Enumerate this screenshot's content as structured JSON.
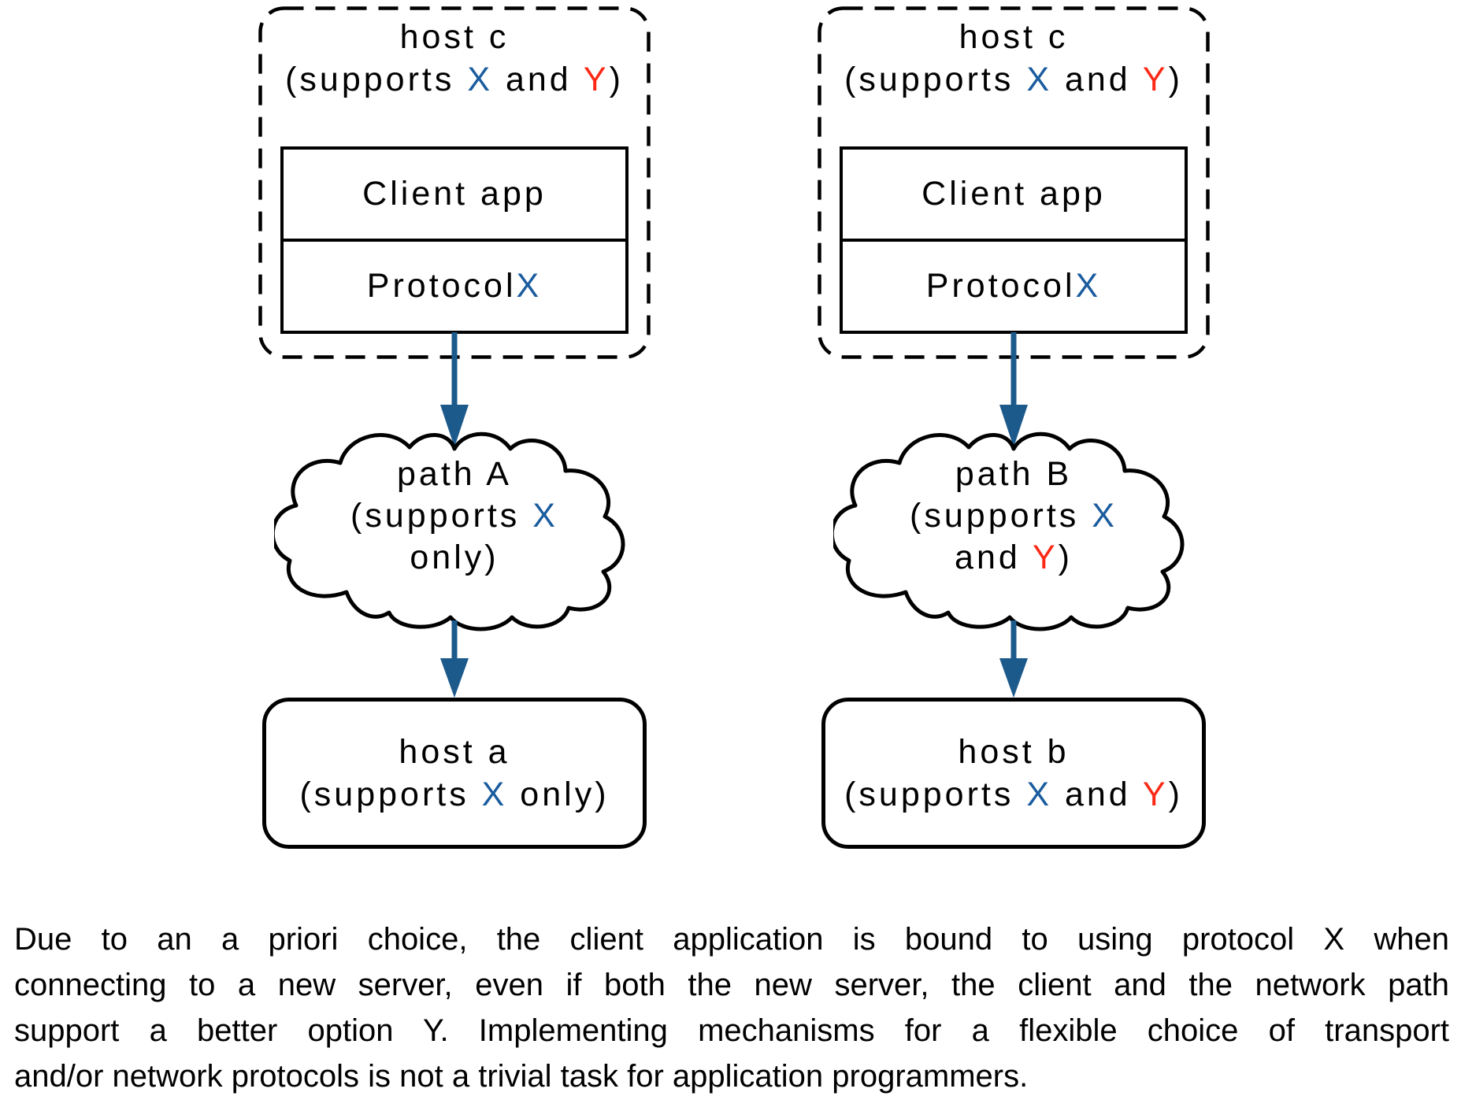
{
  "colors": {
    "x_blue": "#1a5c9e",
    "y_red": "#fb2916",
    "arrow_blue": "#1d5a8c",
    "outline_black": "#000000"
  },
  "columns": [
    {
      "host_top": {
        "lines": [
          [
            {
              "t": "host c"
            }
          ],
          [
            {
              "t": "(supports "
            },
            {
              "t": "X",
              "c": "blue"
            },
            {
              "t": " and "
            },
            {
              "t": "Y",
              "c": "red"
            },
            {
              "t": ")"
            }
          ]
        ]
      },
      "stack": {
        "rows": [
          [
            {
              "t": "Client app"
            }
          ],
          [
            {
              "t": "Protocol "
            },
            {
              "t": "X",
              "c": "blue"
            }
          ]
        ]
      },
      "cloud": {
        "lines": [
          [
            {
              "t": "path A"
            }
          ],
          [
            {
              "t": "(supports "
            },
            {
              "t": "X",
              "c": "blue"
            }
          ],
          [
            {
              "t": "only)"
            }
          ]
        ]
      },
      "host_bottom": {
        "lines": [
          [
            {
              "t": "host a"
            }
          ],
          [
            {
              "t": "(supports "
            },
            {
              "t": "X",
              "c": "blue"
            },
            {
              "t": " only)"
            }
          ]
        ]
      }
    },
    {
      "host_top": {
        "lines": [
          [
            {
              "t": "host c"
            }
          ],
          [
            {
              "t": "(supports "
            },
            {
              "t": "X",
              "c": "blue"
            },
            {
              "t": " and "
            },
            {
              "t": "Y",
              "c": "red"
            },
            {
              "t": ")"
            }
          ]
        ]
      },
      "stack": {
        "rows": [
          [
            {
              "t": "Client app"
            }
          ],
          [
            {
              "t": "Protocol "
            },
            {
              "t": "X",
              "c": "blue"
            }
          ]
        ]
      },
      "cloud": {
        "lines": [
          [
            {
              "t": "path B"
            }
          ],
          [
            {
              "t": "(supports "
            },
            {
              "t": "X",
              "c": "blue"
            }
          ],
          [
            {
              "t": "and "
            },
            {
              "t": "Y",
              "c": "red"
            },
            {
              "t": ")"
            }
          ]
        ]
      },
      "host_bottom": {
        "lines": [
          [
            {
              "t": "host b"
            }
          ],
          [
            {
              "t": "(supports "
            },
            {
              "t": "X",
              "c": "blue"
            },
            {
              "t": " and "
            },
            {
              "t": "Y",
              "c": "red"
            },
            {
              "t": ")"
            }
          ]
        ]
      }
    }
  ],
  "caption": {
    "lines": [
      "Due to an a priori choice, the client application is bound to using protocol X when",
      "connecting to a new server, even if both the new server, the client and the network path",
      "support a better option Y. Implementing mechanisms for a flexible choice of transport",
      "and/or network protocols is not a trivial task for application programmers."
    ]
  }
}
